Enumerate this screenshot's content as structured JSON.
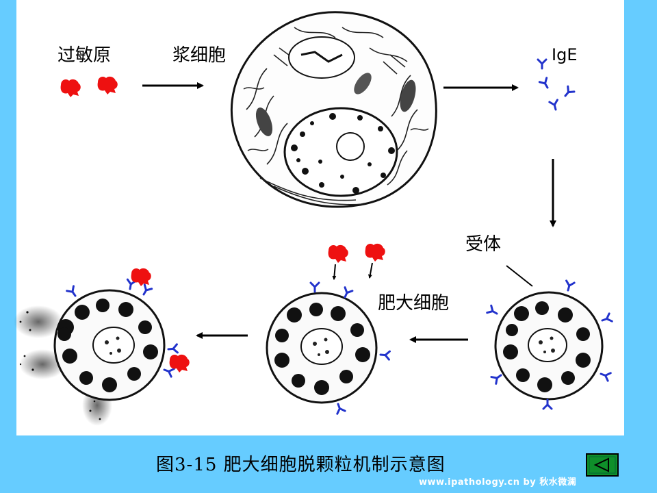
{
  "diagram": {
    "labels": {
      "allergen": "过敏原",
      "plasma_cell": "浆细胞",
      "ige": "IgE",
      "receptor": "受体",
      "mast_cell": "肥大细胞"
    },
    "caption": "图3-15  肥大细胞脱颗粒机制示意图"
  },
  "footer": {
    "credit": "www.ipathology.cn  by 秋水微澜"
  },
  "nav": {
    "back_icon": "triangle-left-icon"
  },
  "colors": {
    "background": "#66ccff",
    "panel": "#ffffff",
    "allergen": "#ee1111",
    "antibody": "#2233cc",
    "button": "#0f8f2a"
  }
}
